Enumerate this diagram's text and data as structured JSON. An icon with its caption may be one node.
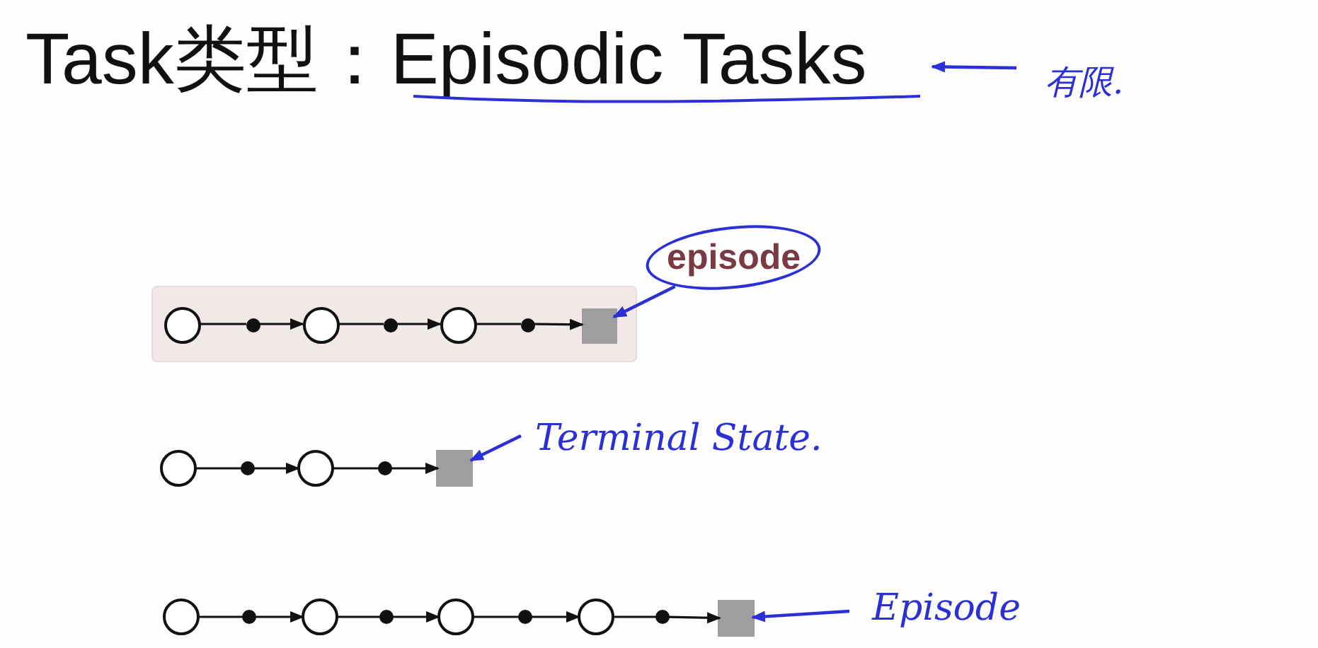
{
  "diagram": {
    "nodes": [
      {
        "text": [
          "Task类型：Episodic Tasks"
        ]
      },
      {
        "text": [
          "有限."
        ]
      },
      {
        "text": [],
        "shape": "box"
      },
      {
        "text": [],
        "shape": "circle",
        "in": 2
      },
      {
        "text": [],
        "shape": "dot",
        "in": 2
      },
      {
        "text": [],
        "shape": "circle",
        "in": 2
      },
      {
        "text": [],
        "shape": "dot",
        "in": 2
      },
      {
        "text": [],
        "shape": "circle",
        "in": 2
      },
      {
        "text": [],
        "shape": "dot",
        "in": 2
      },
      {
        "text": [],
        "shape": "square",
        "in": 2
      },
      {
        "text": [
          "episode"
        ]
      },
      {
        "text": [],
        "shape": "circle"
      },
      {
        "text": [],
        "shape": "dot"
      },
      {
        "text": [],
        "shape": "circle"
      },
      {
        "text": [],
        "shape": "dot"
      },
      {
        "text": [],
        "shape": "square"
      },
      {
        "text": [
          "Terminal State."
        ]
      },
      {
        "text": [],
        "shape": "circle"
      },
      {
        "text": [],
        "shape": "dot"
      },
      {
        "text": [],
        "shape": "circle"
      },
      {
        "text": [],
        "shape": "dot"
      },
      {
        "text": [],
        "shape": "circle"
      },
      {
        "text": [],
        "shape": "dot"
      },
      {
        "text": [],
        "shape": "circle"
      },
      {
        "text": [],
        "shape": "dot"
      },
      {
        "text": [],
        "shape": "square"
      },
      {
        "text": [
          "Episode"
        ]
      }
    ],
    "edges": [
      {
        "from": 1,
        "to": 0,
        "arrow": "to",
        "color": "#2b2fd6"
      },
      {
        "from": 3,
        "to": 4,
        "arrow": "none"
      },
      {
        "from": 4,
        "to": 5,
        "arrow": "to"
      },
      {
        "from": 5,
        "to": 6,
        "arrow": "none"
      },
      {
        "from": 6,
        "to": 7,
        "arrow": "to"
      },
      {
        "from": 7,
        "to": 8,
        "arrow": "none"
      },
      {
        "from": 8,
        "to": 9,
        "arrow": "to"
      },
      {
        "from": 10,
        "to": 9,
        "arrow": "to",
        "color": "#2b2fd6"
      },
      {
        "from": 11,
        "to": 12,
        "arrow": "none"
      },
      {
        "from": 12,
        "to": 13,
        "arrow": "to"
      },
      {
        "from": 13,
        "to": 14,
        "arrow": "none"
      },
      {
        "from": 14,
        "to": 15,
        "arrow": "to"
      },
      {
        "from": 16,
        "to": 15,
        "arrow": "to",
        "color": "#2b2fd6"
      },
      {
        "from": 17,
        "to": 18,
        "arrow": "none"
      },
      {
        "from": 18,
        "to": 19,
        "arrow": "to"
      },
      {
        "from": 19,
        "to": 20,
        "arrow": "none"
      },
      {
        "from": 20,
        "to": 21,
        "arrow": "to"
      },
      {
        "from": 21,
        "to": 22,
        "arrow": "none"
      },
      {
        "from": 22,
        "to": 23,
        "arrow": "to"
      },
      {
        "from": 23,
        "to": 24,
        "arrow": "none"
      },
      {
        "from": 24,
        "to": 25,
        "arrow": "to"
      },
      {
        "from": 26,
        "to": 25,
        "arrow": "to",
        "color": "#2b2fd6"
      }
    ]
  }
}
